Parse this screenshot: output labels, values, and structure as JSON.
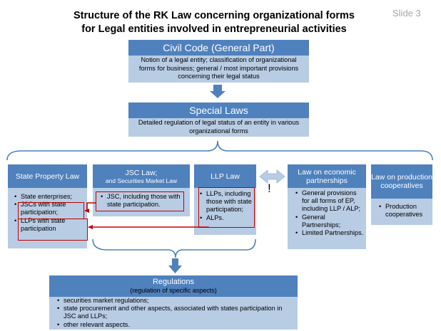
{
  "slide": {
    "title_line1": "Structure of the RK Law concerning organizational forms",
    "title_line2": "for Legal entities involved in entrepreneurial activities",
    "slide_label": "Slide 3"
  },
  "civil_code": {
    "heading": "Civil Code (General Part)",
    "text": "Notion of a legal entity; classification of organizational forms for business; general / most important provisions concerning their legal status"
  },
  "special_laws": {
    "heading": "Special Laws",
    "text": "Detailed regulation of legal status of an entity in various organizational  forms"
  },
  "state_property_law": {
    "heading": "State Property Law",
    "items": [
      "State enterprises;",
      "JSCs with state participation;",
      "LLPs with state participation"
    ]
  },
  "jsc_law": {
    "heading": "JSC Law;",
    "subheading": "and Securities  Market Law",
    "items": [
      "JSC, including those with state participation."
    ]
  },
  "llp_law": {
    "heading": "LLP Law",
    "items": [
      "LLPs, including those with state participation;",
      "ALPs."
    ]
  },
  "economic_partnerships_law": {
    "heading": "Law on economic partnerships",
    "items": [
      "General provisions for all forms of EP, including LLP / ALP;",
      "General Partnerships;",
      "Limited Partnerships."
    ]
  },
  "production_cooperatives_law": {
    "heading": "Law on production cooperatives",
    "items": [
      "Production cooperatives"
    ]
  },
  "exclamation": "!",
  "regulations": {
    "heading": "Regulations",
    "subheading": "(regulation of specific aspects)",
    "items": [
      "securities market regulations;",
      "state procurement and other aspects, associated with states participation in JSC and LLPs;",
      "other relevant aspects."
    ]
  },
  "colors": {
    "header_blue": "#4f81bd",
    "body_light_blue": "#b8cce4",
    "arrow_blue": "#4f81bd",
    "highlight_red": "#c00000",
    "slide_label_gray": "#a6a6a6"
  }
}
